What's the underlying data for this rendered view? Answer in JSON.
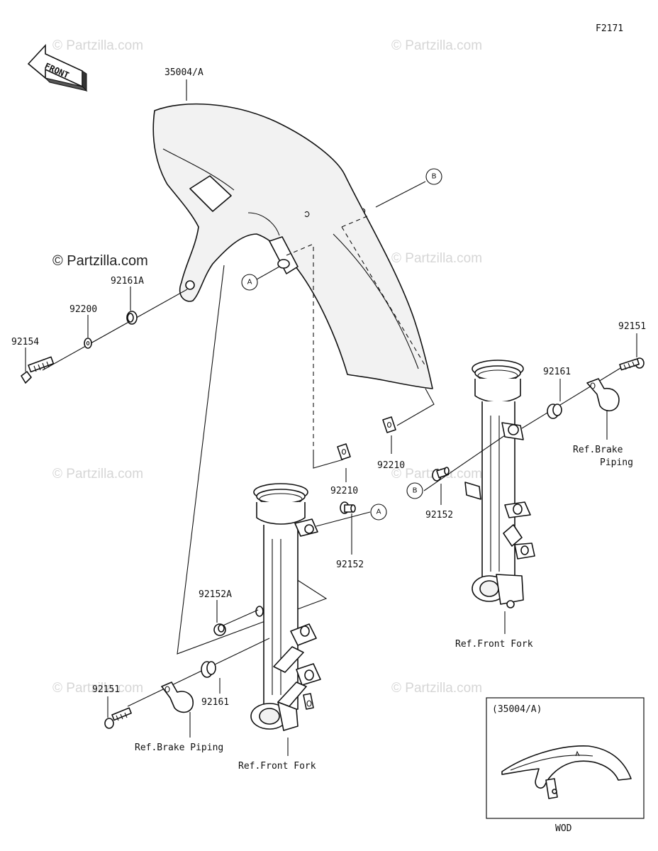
{
  "figure_code": "F2171",
  "front_arrow_label": "FRONT",
  "watermark_text": "© Partzilla.com",
  "copyright_text": "© Partzilla.com",
  "callout_a": "A",
  "callout_b": "B",
  "parts": {
    "fender": "35004/A",
    "bolt_left": "92154",
    "washer": "92200",
    "grommet_left": "92161A",
    "nut_clip_left": "92210",
    "nut_clip_right": "92210",
    "collar_left": "92152",
    "collar_right": "92152",
    "collar_small": "92152A",
    "grommet_low": "92161",
    "grommet_right": "92161",
    "bolt_low": "92151",
    "bolt_right": "92151"
  },
  "refs": {
    "brake_piping_left": "Ref.Brake Piping",
    "brake_piping_right_1": "Ref.Brake",
    "brake_piping_right_2": "Piping",
    "front_fork_left": "Ref.Front Fork",
    "front_fork_right": "Ref.Front Fork"
  },
  "inset": {
    "title": "(35004/A)",
    "caption": "WOD"
  }
}
